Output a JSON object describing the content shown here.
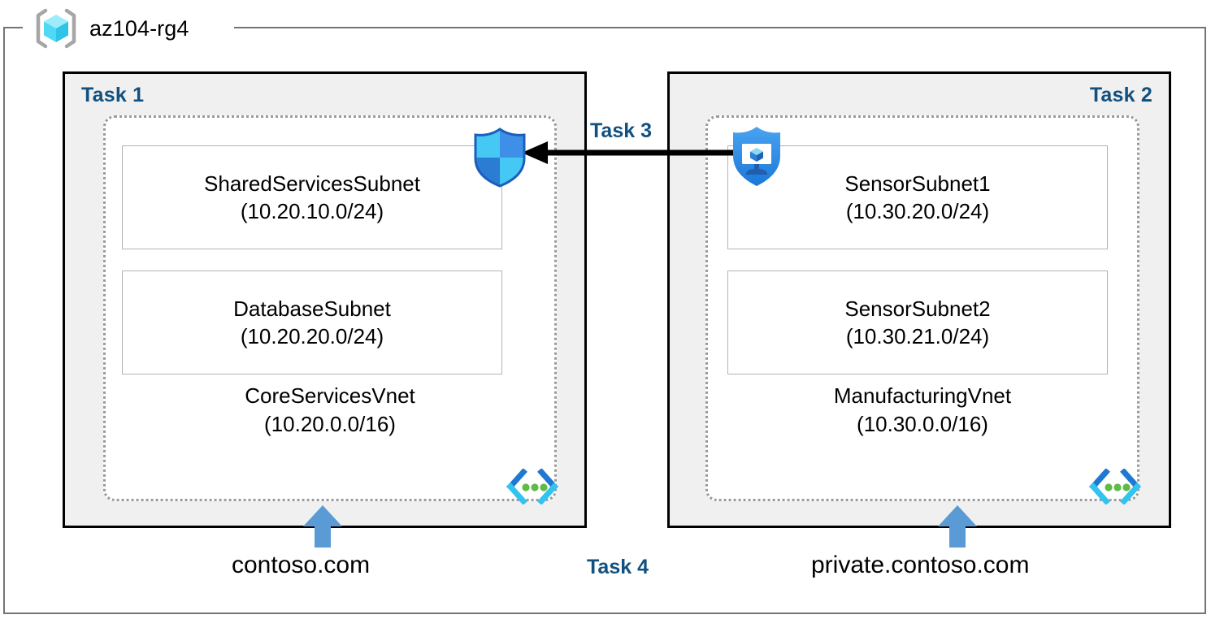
{
  "resource_group": {
    "name": "az104-rg4",
    "icon": "resource-group-cube-icon"
  },
  "panels": [
    {
      "id": "left",
      "task_label": "Task 1",
      "vnet": {
        "name": "CoreServicesVnet",
        "cidr": "(10.20.0.0/16)",
        "icon": "virtual-network-icon"
      },
      "subnets": [
        {
          "name": "SharedServicesSubnet",
          "cidr": "(10.20.10.0/24)"
        },
        {
          "name": "DatabaseSubnet",
          "cidr": "(10.20.20.0/24)"
        }
      ],
      "dns": {
        "label": "contoso.com",
        "arrow": "up-arrow-icon"
      }
    },
    {
      "id": "right",
      "task_label": "Task 2",
      "vnet": {
        "name": "ManufacturingVnet",
        "cidr": "(10.30.0.0/16)",
        "icon": "virtual-network-icon"
      },
      "subnets": [
        {
          "name": "SensorSubnet1",
          "cidr": "(10.30.20.0/24)"
        },
        {
          "name": "SensorSubnet2",
          "cidr": "(10.30.21.0/24)"
        }
      ],
      "dns": {
        "label": "private.contoso.com",
        "arrow": "up-arrow-icon"
      }
    }
  ],
  "connection": {
    "task_label": "Task 3",
    "direction": "right-to-left",
    "arrow": "peering-arrow-icon",
    "source_icon": "monitor-shield-icon",
    "target_icon": "security-shield-icon"
  },
  "dns_task": {
    "task_label": "Task 4"
  },
  "colors": {
    "task_label": "#11507f",
    "panel_fill": "#f0f0f0",
    "panel_border": "#000000",
    "vnet_border": "#9a9a9a",
    "subnet_border": "#b3b3b3",
    "frame_border": "#747474",
    "dns_arrow": "#5b9bd5",
    "vnet_icon_blue": "#1f78d1",
    "vnet_icon_cyan": "#32c3f0",
    "vnet_icon_green": "#5dbb46",
    "shield_blue": "#2e8bea",
    "cube_cyan": "#50e6ff"
  }
}
